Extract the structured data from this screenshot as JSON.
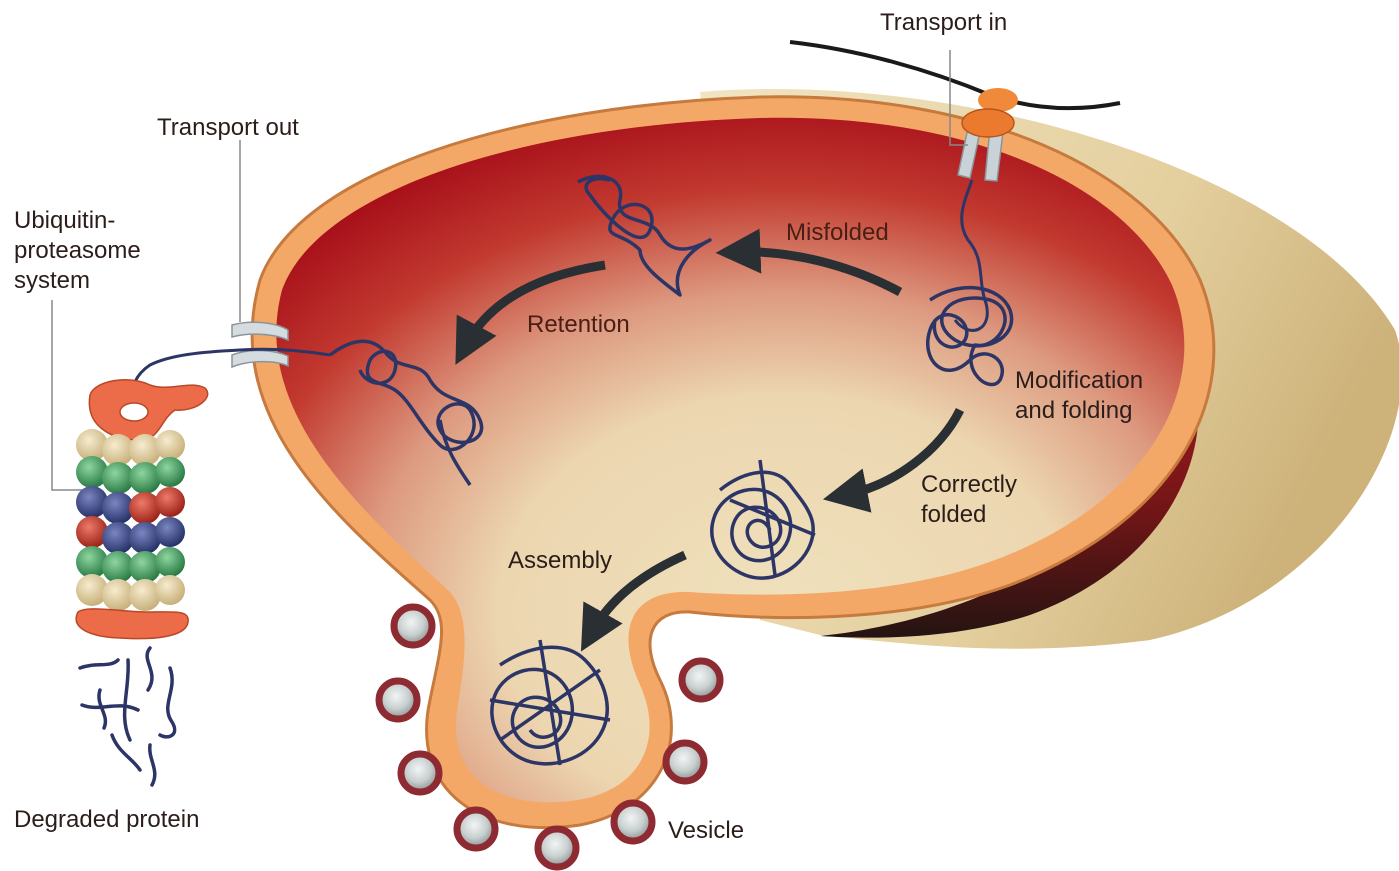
{
  "labels": {
    "transport_in": "Transport in",
    "transport_out": "Transport out",
    "ubiquitin_line1": "Ubiquitin-",
    "ubiquitin_line2": "proteasome",
    "ubiquitin_line3": "system",
    "misfolded": "Misfolded",
    "retention": "Retention",
    "modification_line1": "Modification",
    "modification_line2": "and folding",
    "correctly_line1": "Correctly",
    "correctly_line2": "folded",
    "assembly": "Assembly",
    "degraded_protein": "Degraded protein",
    "vesicle": "Vesicle"
  },
  "colors": {
    "membrane_orange": "#f4a868",
    "lumen_red": "#b3121b",
    "lumen_cream": "#efe1bc",
    "outer_tan": "#e6d3a6",
    "protein_navy": "#2c3566",
    "arrow_dark": "#2a2f33",
    "proteasome_cap": "#ec6b48",
    "ring_beige": "#e3cf9c",
    "ring_green": "#3fa05c",
    "ring_blue": "#3b4a8a",
    "ring_red": "#c0392b",
    "vesicle_maroon": "#8e2a32"
  }
}
